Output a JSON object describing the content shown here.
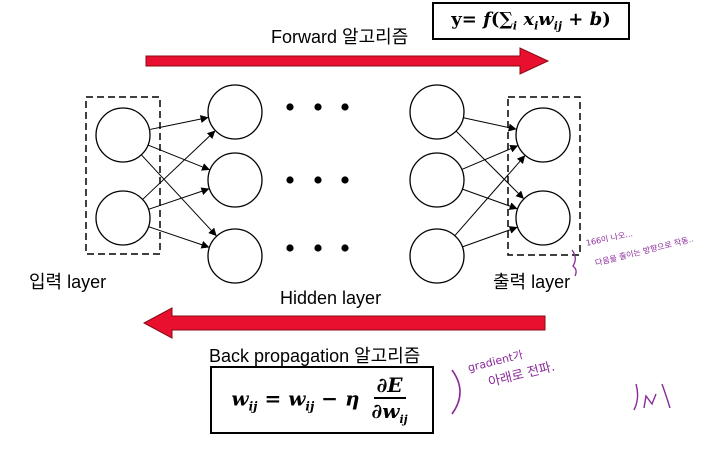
{
  "forward": {
    "label": "Forward 알고리즘"
  },
  "forward_formula": {
    "lhs": "y=",
    "func": "f",
    "sum": "∑",
    "sum_sub": "i",
    "x": "x",
    "x_sub": "i",
    "w": "w",
    "w_sub": "ij",
    "plus": "+",
    "b": "b"
  },
  "backward": {
    "label": "Back propagation 알고리즘"
  },
  "update_formula": {
    "w": "w",
    "w_sub": "ij",
    "eq": "=",
    "minus": "−",
    "eta": "η",
    "num": "∂E",
    "den_d": "∂",
    "den_w": "w",
    "den_sub": "ij"
  },
  "layers": {
    "input": "입력 layer",
    "hidden": "Hidden layer",
    "output": "출력 layer"
  },
  "annotations": {
    "side_note_1": "166이 나오...",
    "side_note_2": "다음을 줄이는 방향으로 작동..",
    "gradient_1": "gradient가",
    "gradient_2": "아래로 전파."
  },
  "colors": {
    "arrow": "#e8102e",
    "arrow_outline": "#8a0a14",
    "ink": "#8a2a9a"
  }
}
